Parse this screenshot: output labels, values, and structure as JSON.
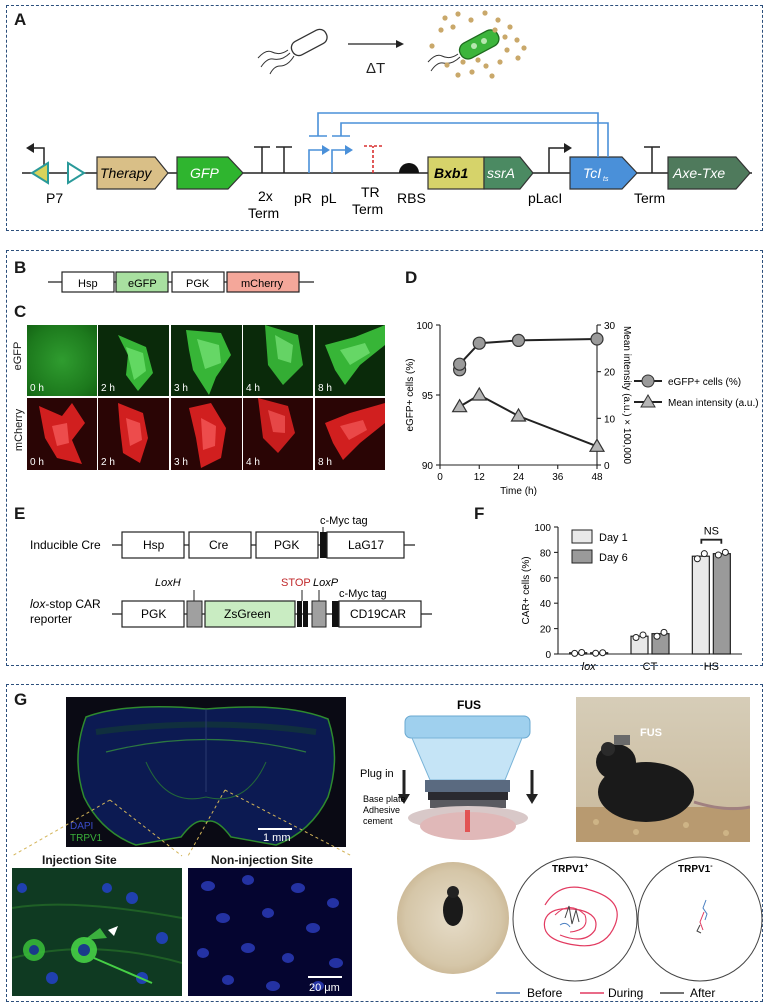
{
  "panels": {
    "a": "A",
    "b": "B",
    "c": "C",
    "d": "D",
    "e": "E",
    "f": "F",
    "g": "G"
  },
  "panel_a": {
    "delta_t": "ΔT",
    "parts": {
      "therapy": "Therapy",
      "gfp": "GFP",
      "bxb1": "Bxb1",
      "ssra": "ssrA",
      "tci": "TcI",
      "tci_sub": "ts",
      "axe": "Axe-Txe"
    },
    "labels": {
      "p7": "P7",
      "term2x_1": "2x",
      "term2x_2": "Term",
      "pr": "pR",
      "pl": "pL",
      "tr_1": "TR",
      "tr_2": "Term",
      "rbs": "RBS",
      "placi": "pLacI",
      "term": "Term"
    }
  },
  "panel_b": {
    "parts": [
      "Hsp",
      "eGFP",
      "PGK",
      "mCherry"
    ]
  },
  "panel_c": {
    "rows": [
      "eGFP",
      "mCherry"
    ],
    "times": [
      "0 h",
      "2 h",
      "3 h",
      "4 h",
      "8 h"
    ]
  },
  "panel_e": {
    "cre_label": "Inducible Cre",
    "cre_parts": [
      "Hsp",
      "Cre",
      "PGK",
      "LaG17"
    ],
    "cmyc": "c-Myc tag",
    "rep_label_1": "lox",
    "rep_label_2": "-stop CAR",
    "rep_label_3": "reporter",
    "rep_parts": {
      "pgk": "PGK",
      "zsgreen": "ZsGreen",
      "car": "CD19CAR"
    },
    "loxh": "LoxH",
    "stop": "STOP",
    "loxp": "LoxP"
  },
  "chart_data": [
    {
      "type": "line",
      "panel": "D",
      "xlabel": "Time (h)",
      "ylabel": "eGFP+ cells (%)",
      "y2label": "Mean intensity (a.u.) × 100,000",
      "xlim": [
        0,
        48
      ],
      "ylim": [
        90,
        100
      ],
      "y2lim": [
        0,
        30
      ],
      "xticks": [
        0,
        12,
        24,
        36,
        48
      ],
      "yticks": [
        90,
        95,
        100
      ],
      "y2ticks": [
        0,
        10,
        20,
        30
      ],
      "series": [
        {
          "name": "eGFP+ cells (%)",
          "axis": "left",
          "marker": "circle",
          "x": [
            6,
            6,
            12,
            24,
            48
          ],
          "y": [
            96.8,
            97.2,
            98.7,
            98.9,
            99.0
          ]
        },
        {
          "name": "Mean intensity (a.u.)",
          "axis": "right",
          "marker": "triangle",
          "x": [
            6,
            12,
            24,
            48
          ],
          "y": [
            12.5,
            15.0,
            10.5,
            4.0
          ]
        }
      ],
      "legend": "right"
    },
    {
      "type": "bar",
      "panel": "F",
      "ylabel": "CAR+ cells (%)",
      "ylim": [
        0,
        100
      ],
      "yticks": [
        0,
        20,
        40,
        60,
        80,
        100
      ],
      "categories": [
        "lox",
        "CT",
        "HS"
      ],
      "series": [
        {
          "name": "Day 1",
          "color": "#e9e9e9",
          "values": [
            1,
            14,
            77
          ],
          "points": [
            [
              0.5,
              1.2
            ],
            [
              13,
              15
            ],
            [
              75,
              79
            ]
          ]
        },
        {
          "name": "Day 6",
          "color": "#9a9a9a",
          "values": [
            1,
            16,
            79
          ],
          "points": [
            [
              0.6,
              1.0
            ],
            [
              14,
              17
            ],
            [
              78,
              80
            ]
          ]
        }
      ],
      "annotation": "NS",
      "legend": "top-left"
    }
  ],
  "panel_g": {
    "dapi": "DAPI",
    "trpv1": "TRPV1",
    "scale_1mm": "1 mm",
    "injection": "Injection Site",
    "non_injection": "Non-injection Site",
    "scale_20um": "20 μm",
    "fus": "FUS",
    "plug_in": "Plug in",
    "base_plate": "Base plate",
    "adhesive": "Adhesive",
    "cement": "cement",
    "fus_photo": "FUS",
    "trpv1_pos": "TRPV1",
    "trpv1_neg": "TRPV1",
    "legend": {
      "before": "Before",
      "during": "During",
      "after": "After"
    }
  },
  "colors": {
    "panel_border": "#2c4f7c",
    "gfp_green": "#2fb52f",
    "therapy": "#d9bf87",
    "tci_blue": "#4a90d9",
    "axe": "#4f7a5c",
    "bxb1": "#d6d36a",
    "ssra": "#4b8a62",
    "mcherry": "#f4a79a",
    "egfp_box": "#a8e0a0",
    "zsgreen": "#c9ecc2",
    "during": "#e23a60",
    "before": "#4a7fc1",
    "after": "#444444"
  }
}
